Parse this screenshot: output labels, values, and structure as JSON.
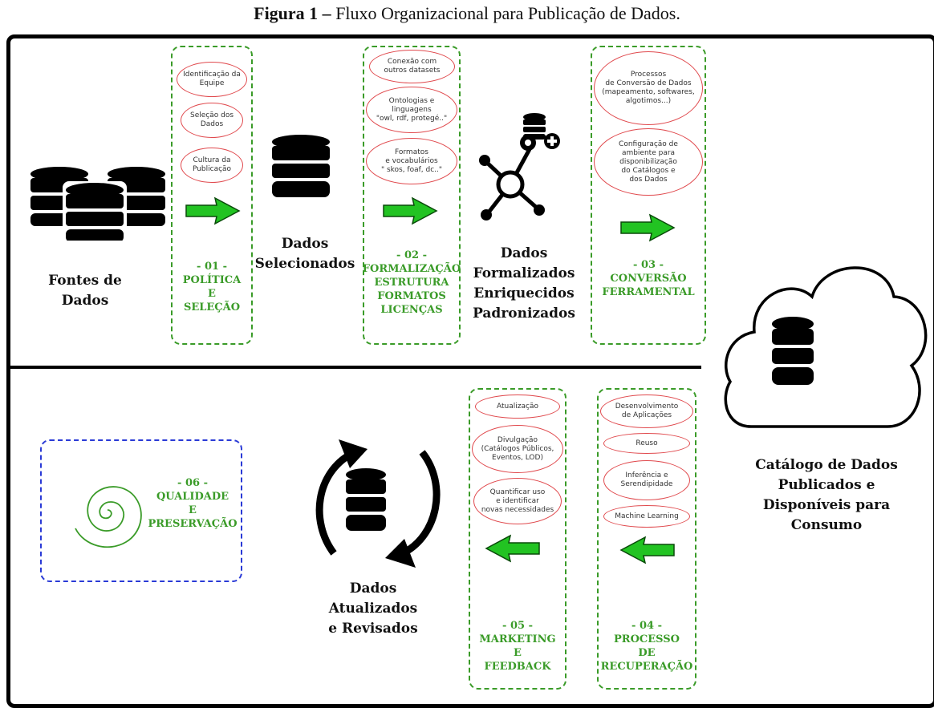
{
  "caption": {
    "bold": "Figura 1 –",
    "text": " Fluxo Organizacional para Publicação de Dados."
  },
  "nodes": {
    "fontes": "Fontes de\nDados",
    "selecionados": "Dados\nSelecionados",
    "formalizados": "Dados\nFormalizados\nEnriquecidos\nPadronizados",
    "catalogo": "Catálogo de Dados\nPublicados e\nDisponíveis para\nConsumo",
    "atualizados": "Dados\nAtualizados\ne Revisados"
  },
  "stages": {
    "s01": {
      "label": "- 01 -\nPOLÍTICA\nE\nSELEÇÃO",
      "items": [
        "Identificação da\nEquipe",
        "Seleção dos\nDados",
        "Cultura da\nPublicação"
      ]
    },
    "s02": {
      "label": "- 02 -\nFORMALIZAÇÃO\nESTRUTURA\nFORMATOS\nLICENÇAS",
      "items": [
        "Conexão com\noutros datasets",
        "Ontologias e\nlinguagens\n\"owl, rdf, protegé..\"",
        "Formatos\ne vocabulários\n\" skos, foaf, dc..\""
      ]
    },
    "s03": {
      "label": "- 03 -\nCONVERSÃO\nFERRAMENTAL",
      "items": [
        "Processos\nde Conversão de Dados\n(mapeamento, softwares,\nalgotimos...)",
        "Configuração de\nambiente para\ndisponibilização\ndo Catálogos e\ndos Dados"
      ]
    },
    "s04": {
      "label": "- 04 -\nPROCESSO\nDE\nRECUPERAÇÃO",
      "items": [
        "Desenvolvimento\nde Aplicações",
        "Reuso",
        "Inferência e\nSerendipidade",
        "Machine Learning"
      ]
    },
    "s05": {
      "label": "- 05 -\nMARKETING\nE\nFEEDBACK",
      "items": [
        "Atualização",
        "Divulgação\n(Catálogos Públicos,\nEventos, LOD)",
        "Quantificar uso\ne identificar\nnovas necessidades"
      ]
    },
    "s06": {
      "label": "- 06 -\nQUALIDADE\nE\nPRESERVAÇÃO"
    }
  },
  "colors": {
    "stage_border": "#3a9b28",
    "oval_border": "#e0494d",
    "blue_border": "#2a3ad6",
    "arrow": "#22c322"
  }
}
